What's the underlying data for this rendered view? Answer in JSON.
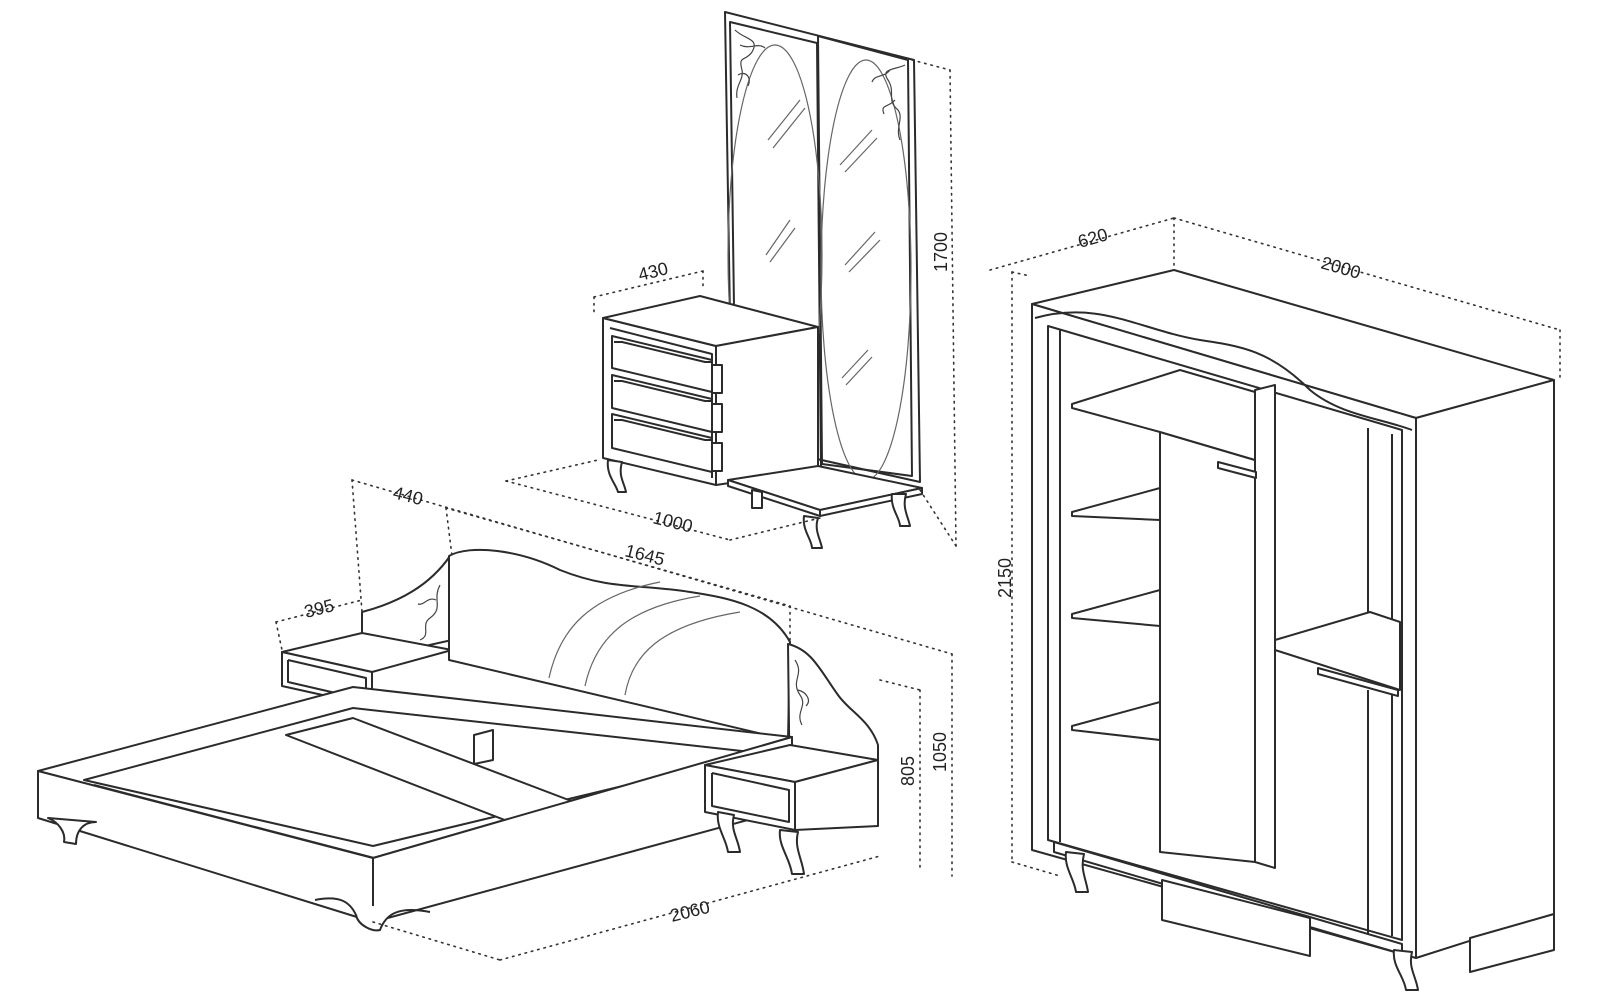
{
  "dimensions": {
    "dresser": {
      "depth": "430",
      "width": "1000",
      "height": "1700"
    },
    "bed": {
      "nightstand_depth": "440",
      "nightstand_width": "395",
      "headboard_width": "1645",
      "length": "2060",
      "headboard_height": "1050",
      "nightstand_height": "805"
    },
    "wardrobe": {
      "depth": "620",
      "width": "2000",
      "height": "2150"
    }
  }
}
